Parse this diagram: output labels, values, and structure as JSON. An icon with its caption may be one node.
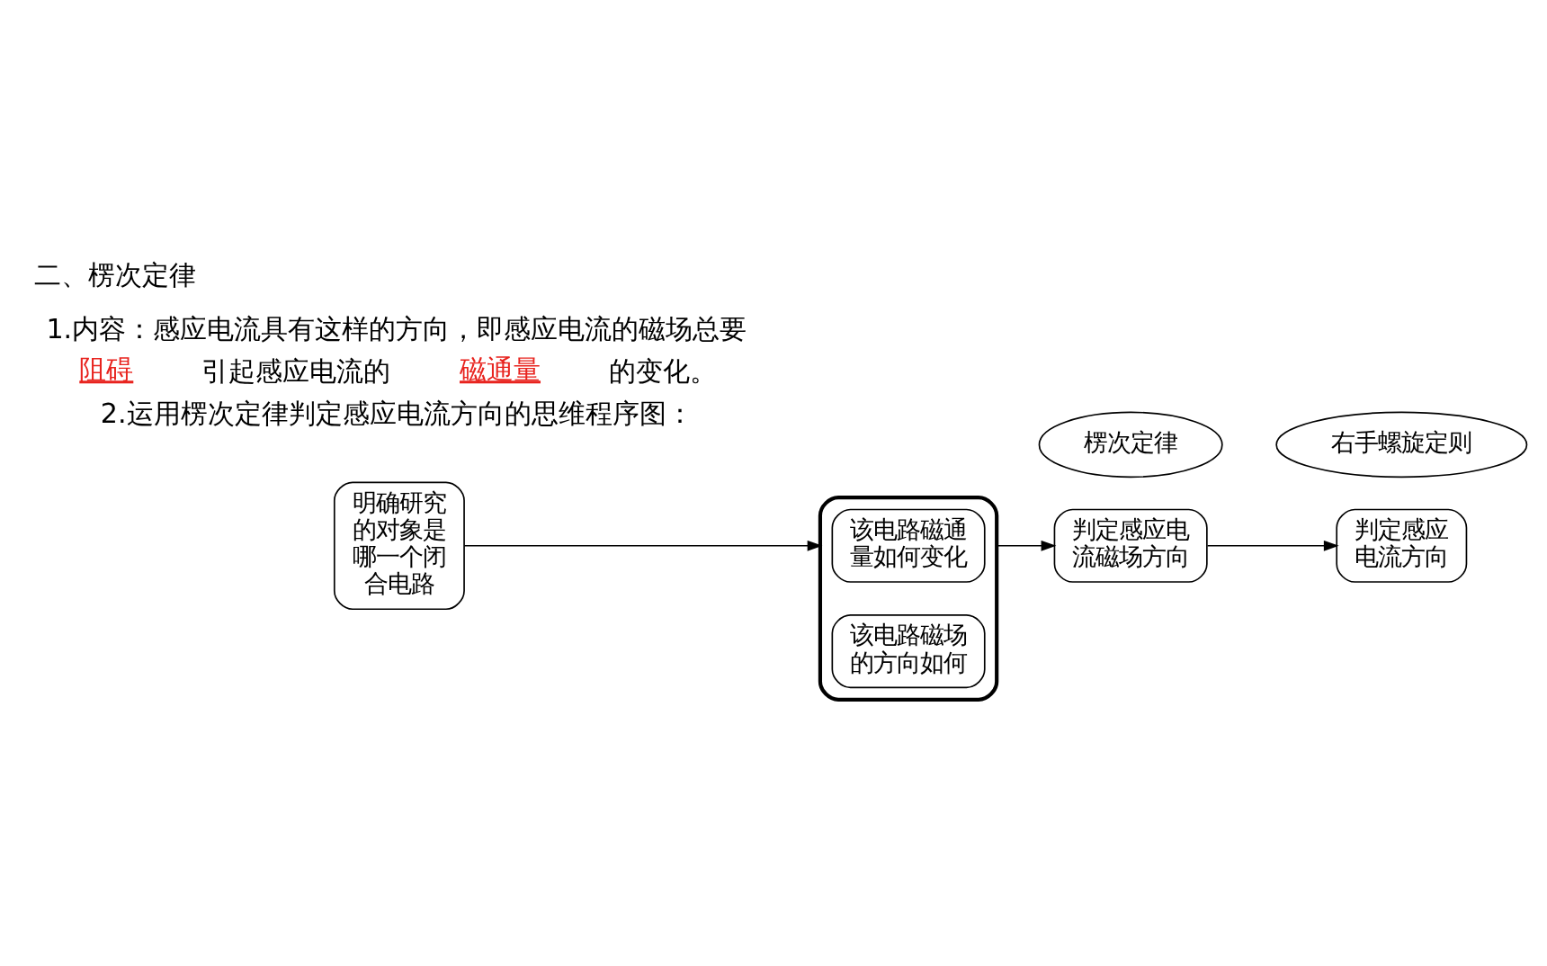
{
  "diagram": {
    "title": "二、楞次定律",
    "nodes": [
      {
        "text": [
          "明确研究的对象是哪一个闭合电路"
        ]
      },
      {
        "text": [],
        "shape": "bracket"
      },
      {
        "text": [
          "该电路磁通量如何变化"
        ],
        "in": 1
      },
      {
        "text": [
          "该电路磁场的方向如何"
        ],
        "in": 1
      },
      {
        "text": [
          "楞次定律"
        ]
      },
      {
        "text": [
          "判定感应电流磁场方向"
        ]
      },
      {
        "text": [
          "右手螺旋定则"
        ]
      },
      {
        "text": [
          "判定感应电流方向"
        ]
      }
    ],
    "edges": [
      {
        "from": 0,
        "to": 1,
        "arrow": "to"
      },
      {
        "from": 1,
        "to": 5,
        "arrow": "to"
      },
      {
        "from": 5,
        "to": 7,
        "arrow": "to"
      }
    ],
    "labels": [
      "1.内容：感应电流具有这样的方向，即感应电流的磁场总要",
      "阻碍",
      "引起感应电流的",
      "磁通量",
      "的变化。",
      "2.运用楞次定律判定感应电流方向的思维程序图："
    ]
  }
}
